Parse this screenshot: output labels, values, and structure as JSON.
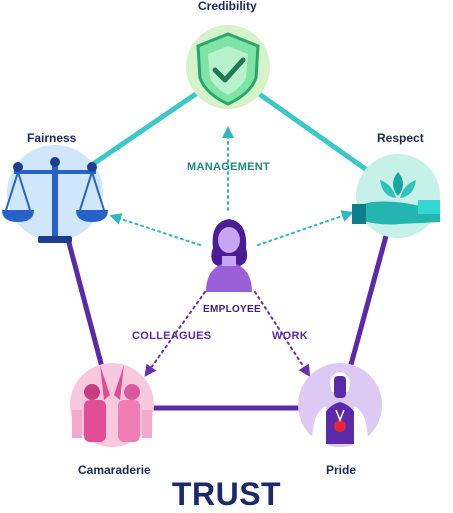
{
  "title": "TRUST",
  "nodes": {
    "credibility": {
      "label": "Credibility",
      "icon": "shield-check-icon"
    },
    "fairness": {
      "label": "Fairness",
      "icon": "balance-scale-icon"
    },
    "respect": {
      "label": "Respect",
      "icon": "hand-lotus-icon"
    },
    "camaraderie": {
      "label": "Camaraderie",
      "icon": "high-five-icon"
    },
    "pride": {
      "label": "Pride",
      "icon": "medal-person-icon"
    },
    "employee": {
      "label": "EMPLOYEE",
      "icon": "person-icon"
    }
  },
  "edge_labels": {
    "management": "MANAGEMENT",
    "colleagues": "COLLEAGUES",
    "work": "WORK"
  },
  "colors": {
    "teal": "#3cc8c8",
    "purple": "#5b2aa8",
    "navy": "#1b2a6b",
    "management_text": "#1f8a7a",
    "dotted_teal": "#2fb8c0",
    "dotted_purple": "#6a2fb0"
  }
}
